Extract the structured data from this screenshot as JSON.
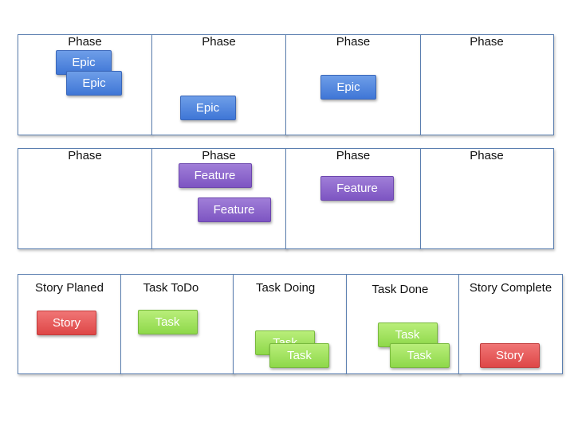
{
  "row1": {
    "headers": [
      "Phase",
      "Phase",
      "Phase",
      "Phase"
    ],
    "cards": [
      "Epic",
      "Epic",
      "Epic",
      "Epic"
    ]
  },
  "row2": {
    "headers": [
      "Phase",
      "Phase",
      "Phase",
      "Phase"
    ],
    "cards": [
      "Feature",
      "Feature",
      "Feature"
    ]
  },
  "row3": {
    "headers": [
      "Story Planed",
      "Task ToDo",
      "Task Doing",
      "Task Done",
      "Story Complete"
    ],
    "cards": [
      "Story",
      "Task",
      "Task",
      "Task",
      "Task",
      "Task",
      "Story"
    ]
  },
  "colors": {
    "border": "#5b7fb0",
    "epic": "#4a80db",
    "feature": "#8a63c9",
    "story": "#e35454",
    "task": "#9fe05c"
  }
}
